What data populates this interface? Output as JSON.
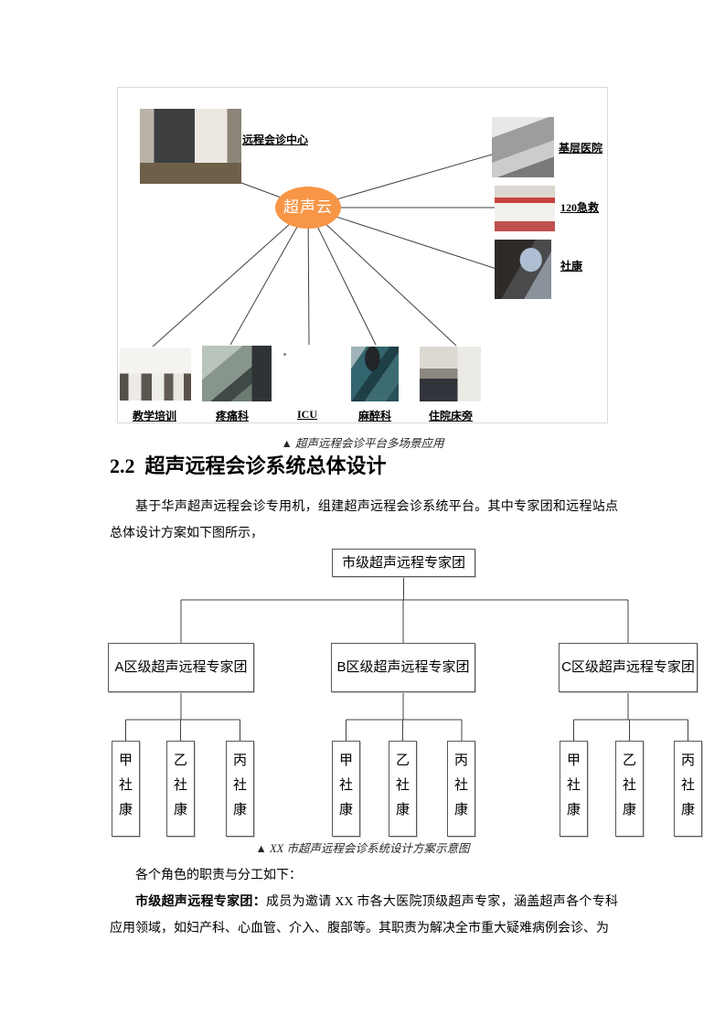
{
  "figure1": {
    "hub_label": "超声云",
    "hub_color": "#F79646",
    "node_labels": [
      "远程会诊中心",
      "基层医院",
      "120急救",
      "社康",
      "教学培训",
      "疼痛科",
      "ICU",
      "麻醉科",
      "住院床旁"
    ],
    "caption": "▲ 超声远程会诊平台多场景应用"
  },
  "section": {
    "number": "2.2",
    "title": "超声远程会诊系统总体设计"
  },
  "paragraphs": {
    "p1": "基于华声超声远程会诊专用机，组建超声远程会诊系统平台。其中专家团和远程站点总体设计方案如下图所示，",
    "roles_intro": "各个角色的职责与分工如下：",
    "role1_title": "市级超声远程专家团：",
    "role1_text": "成员为邀请 XX 市各大医院顶级超声专家，涵盖超声各个专科应用领域，如妇产科、心血管、介入、腹部等。其职责为解决全市重大疑难病例会诊、为"
  },
  "orgchart": {
    "root": "市级超声远程专家团",
    "groups": [
      {
        "label": "A区级超声远程专家团",
        "children": [
          "甲社康",
          "乙社康",
          "丙社康"
        ]
      },
      {
        "label": "B区级超声远程专家团",
        "children": [
          "甲社康",
          "乙社康",
          "丙社康"
        ]
      },
      {
        "label": "C区级超声远程专家团",
        "children": [
          "甲社康",
          "乙社康",
          "丙社康"
        ]
      }
    ],
    "caption": "▲ XX 市超声远程会诊系统设计方案示意图"
  }
}
